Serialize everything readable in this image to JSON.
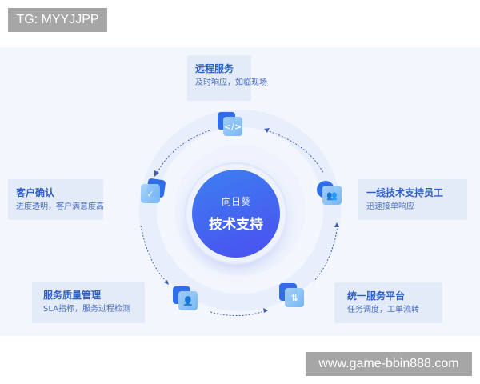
{
  "watermarks": {
    "top": "TG: MYYJJPP",
    "bottom": "www.game-bbin888.com"
  },
  "center": {
    "subtitle": "向日葵",
    "title": "技术支持"
  },
  "nodes": [
    {
      "title": "远程服务",
      "desc": "及时响应，如临现场",
      "icon": "code-icon",
      "glyph": "</>"
    },
    {
      "title": "一线技术支持员工",
      "desc": "迅速接单响应",
      "icon": "team-icon",
      "glyph": "👥"
    },
    {
      "title": "统一服务平台",
      "desc": "任务调度，工单流转",
      "icon": "flow-icon",
      "glyph": "⇅"
    },
    {
      "title": "服务质量管理",
      "desc": "SLA指标，服务过程检测",
      "icon": "user-icon",
      "glyph": "👤"
    },
    {
      "title": "客户确认",
      "desc": "进度透明，客户满意度高",
      "icon": "check-icon",
      "glyph": "✓"
    }
  ],
  "colors": {
    "accent": "#2f6ee8",
    "panel": "#f3f7fd",
    "box": "#e4ebf8",
    "text": "#2d5fc4"
  }
}
